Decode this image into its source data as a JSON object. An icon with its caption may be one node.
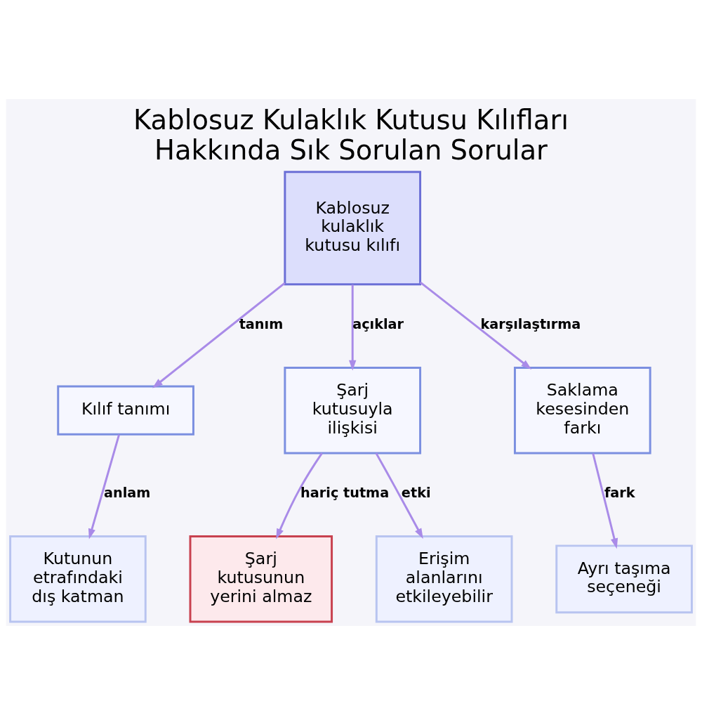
{
  "diagram": {
    "title": "Kablosuz Kulaklık Kutusu Kılıfları Hakkında Sık Sorulan Sorular",
    "nodes": [
      {
        "text": [
          "Kablosuz kulaklık kutusu kılıfı"
        ]
      },
      {
        "text": [
          "Kılıf tanımı"
        ]
      },
      {
        "text": [
          "Şarj kutusuyla ilişkisi"
        ]
      },
      {
        "text": [
          "Saklama kesesinden farkı"
        ]
      },
      {
        "text": [
          "Kutunun etrafındaki dış katman"
        ]
      },
      {
        "text": [
          "Şarj kutusunun yerini almaz"
        ]
      },
      {
        "text": [
          "Erişim alanlarını etkileyebilir"
        ]
      },
      {
        "text": [
          "Ayrı taşıma seçeneği"
        ]
      }
    ],
    "edges": [
      {
        "from": 0,
        "to": 1,
        "arrow": "to",
        "label": "tanım"
      },
      {
        "from": 0,
        "to": 2,
        "arrow": "to",
        "label": "açıklar"
      },
      {
        "from": 0,
        "to": 3,
        "arrow": "to",
        "label": "karşılaştırma"
      },
      {
        "from": 1,
        "to": 4,
        "arrow": "to",
        "label": "anlam"
      },
      {
        "from": 2,
        "to": 5,
        "arrow": "to",
        "label": "hariç tutma"
      },
      {
        "from": 2,
        "to": 6,
        "arrow": "to",
        "label": "etki"
      },
      {
        "from": 3,
        "to": 7,
        "arrow": "to",
        "label": "fark"
      }
    ]
  }
}
